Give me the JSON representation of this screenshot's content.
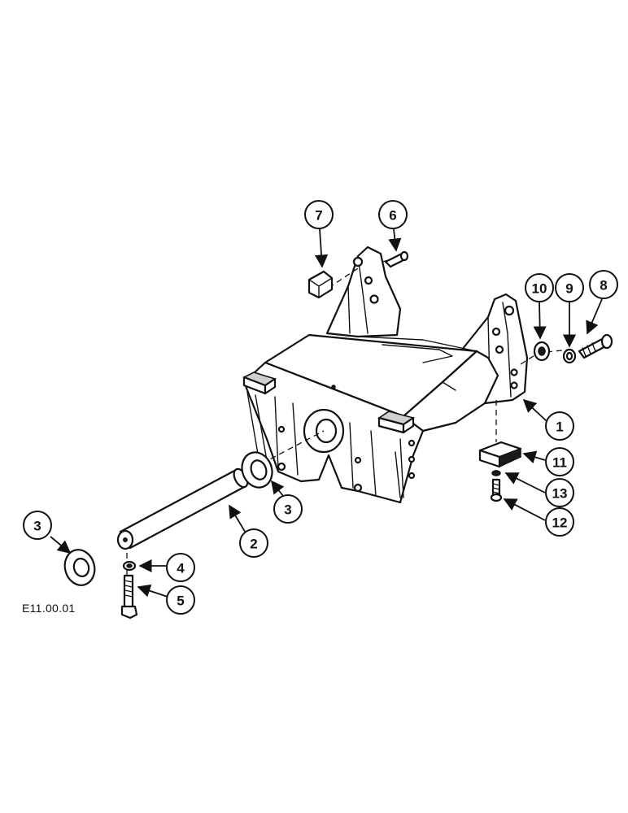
{
  "callouts": [
    {
      "id": "c7",
      "label": "7"
    },
    {
      "id": "c6",
      "label": "6"
    },
    {
      "id": "c10",
      "label": "10"
    },
    {
      "id": "c9",
      "label": "9"
    },
    {
      "id": "c8",
      "label": "8"
    },
    {
      "id": "c1",
      "label": "1"
    },
    {
      "id": "c11",
      "label": "11"
    },
    {
      "id": "c13",
      "label": "13"
    },
    {
      "id": "c12",
      "label": "12"
    },
    {
      "id": "c3a",
      "label": "3"
    },
    {
      "id": "c3b",
      "label": "3"
    },
    {
      "id": "c2",
      "label": "2"
    },
    {
      "id": "c4",
      "label": "4"
    },
    {
      "id": "c5",
      "label": "5"
    }
  ],
  "figure_code": "E11.00.01"
}
